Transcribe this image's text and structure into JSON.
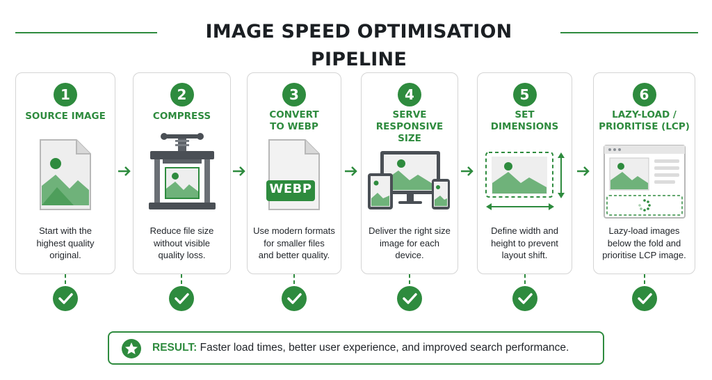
{
  "title": "IMAGE SPEED OPTIMISATION PIPELINE",
  "colors": {
    "accent": "#2e8b3e",
    "accent_light": "#6fb27a",
    "border": "#d4d4d4",
    "text": "#1f2328"
  },
  "steps": [
    {
      "number": "1",
      "title": "SOURCE IMAGE",
      "description": "Start with the\nhighest quality\noriginal.",
      "icon": "image-file-icon"
    },
    {
      "number": "2",
      "title": "COMPRESS",
      "description": "Reduce file size\nwithout visible\nquality loss.",
      "icon": "press-compress-icon"
    },
    {
      "number": "3",
      "title": "CONVERT\nTO WEBP",
      "description": "Use modern formats\nfor smaller files\nand better quality.",
      "icon": "webp-file-icon",
      "badge": "WEBP"
    },
    {
      "number": "4",
      "title": "SERVE\nRESPONSIVE SIZE",
      "description": "Deliver the right size\nimage for each\ndevice.",
      "icon": "responsive-devices-icon"
    },
    {
      "number": "5",
      "title": "SET\nDIMENSIONS",
      "description": "Define width and\nheight to prevent\nlayout shift.",
      "icon": "dimensions-icon"
    },
    {
      "number": "6",
      "title": "LAZY-LOAD /\nPRIORITISE (LCP)",
      "description": "Lazy-load images\nbelow the fold and\nprioritise LCP image.",
      "icon": "lazy-load-browser-icon"
    }
  ],
  "result": {
    "label": "RESULT:",
    "text": " Faster load times, better user experience, and improved search performance.",
    "icon": "star-icon"
  }
}
